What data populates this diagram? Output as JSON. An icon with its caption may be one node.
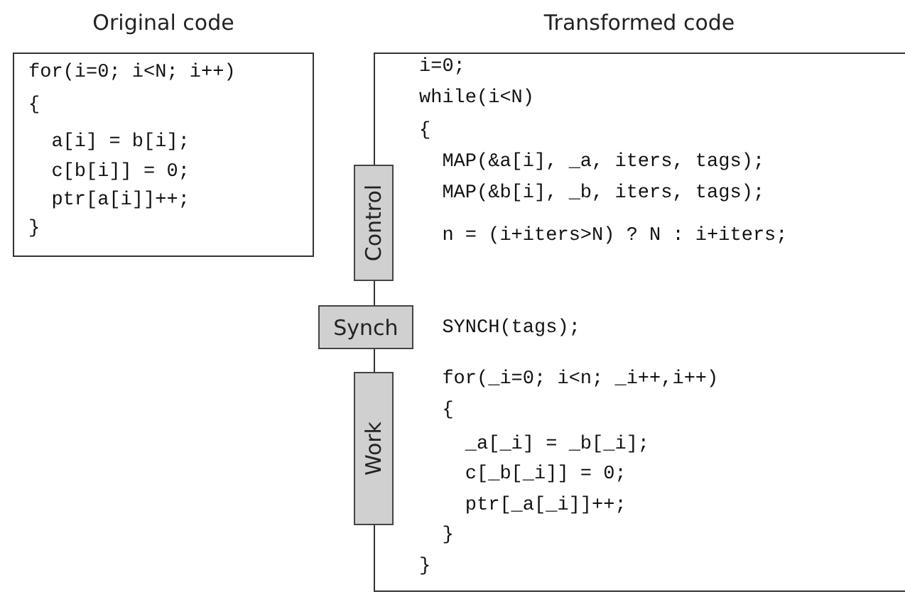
{
  "diagram": {
    "nodes": [
      {
        "text": [
          "Original code",
          "for(i=0; i<N; i++)",
          "{",
          "  a[i] = b[i];",
          "  c[b[i]] = 0;",
          "  ptr[a[i]]++;",
          "}"
        ]
      },
      {
        "text": [
          "Transformed code",
          "i=0;",
          "while(i<N)",
          "{",
          "  MAP(&a[i], _a, iters, tags);",
          "  MAP(&b[i], _b, iters, tags);",
          "  n = (i+iters>N) ? N : i+iters;",
          "  SYNCH(tags);",
          "  for(_i=0; i<n; _i++,i++)",
          "  {",
          "    _a[_i] = _b[_i];",
          "    c[_b[_i]] = 0;",
          "    ptr[_a[_i]]++;",
          "  }",
          "}"
        ]
      },
      {
        "text": [
          "Control"
        ]
      },
      {
        "text": [
          "Synch"
        ]
      },
      {
        "text": [
          "Work"
        ]
      }
    ],
    "edges": []
  }
}
